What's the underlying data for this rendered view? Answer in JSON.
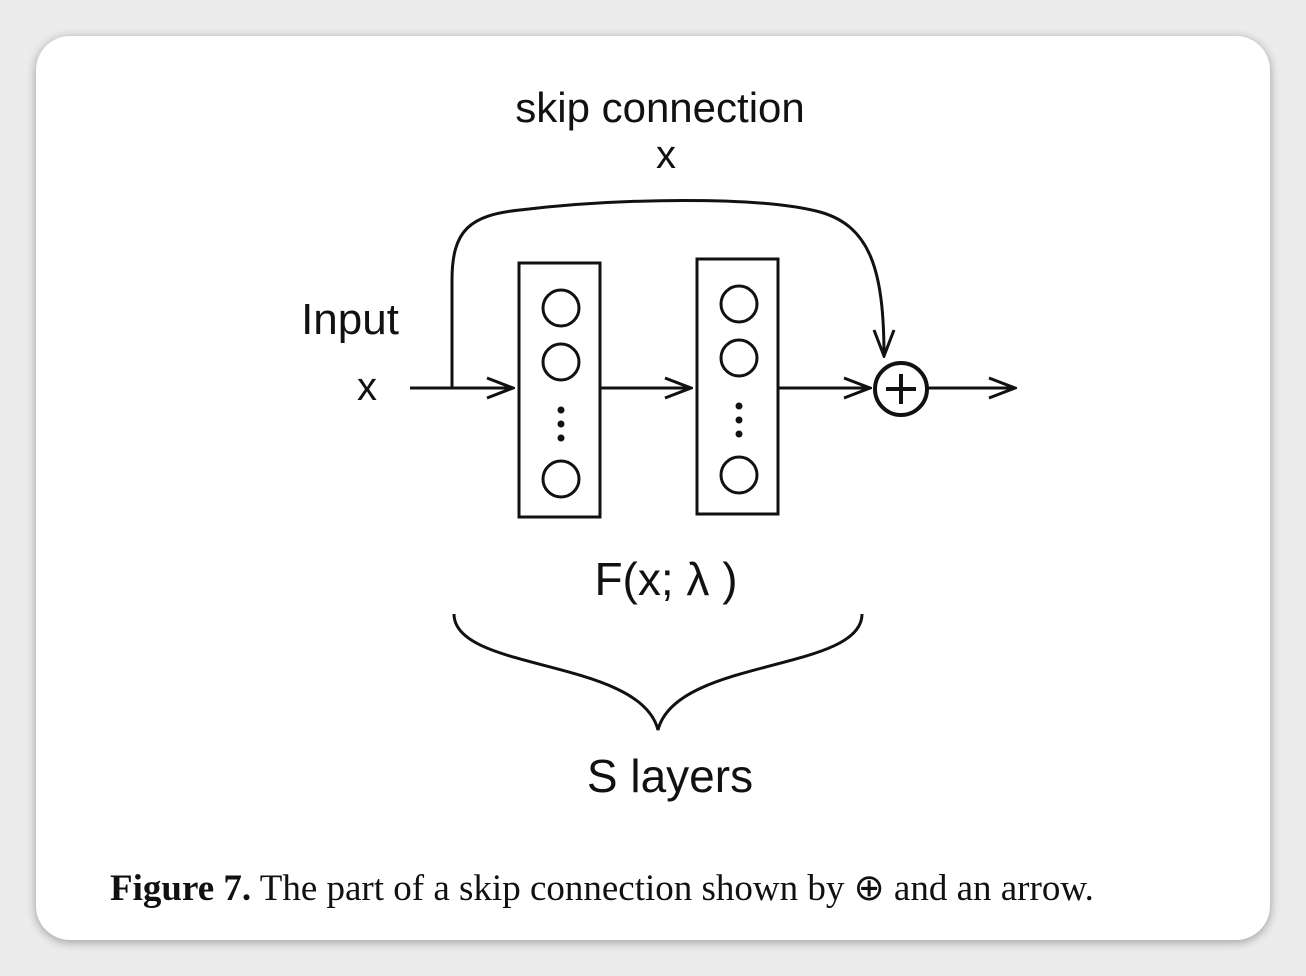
{
  "diagram": {
    "skip_label": "skip connection",
    "skip_var": "x",
    "input_label": "Input",
    "input_var": "x",
    "function_label": "F(x; λ )",
    "layers_label": "S layers",
    "ellipsis": "⋮"
  },
  "caption": {
    "prefix": "Figure 7.",
    "text_before": " The part of a skip connection shown by ",
    "symbol": "⊕",
    "text_after": " and an arrow."
  },
  "colors": {
    "stroke": "#111111",
    "background": "#ffffff",
    "page": "#ececec"
  }
}
